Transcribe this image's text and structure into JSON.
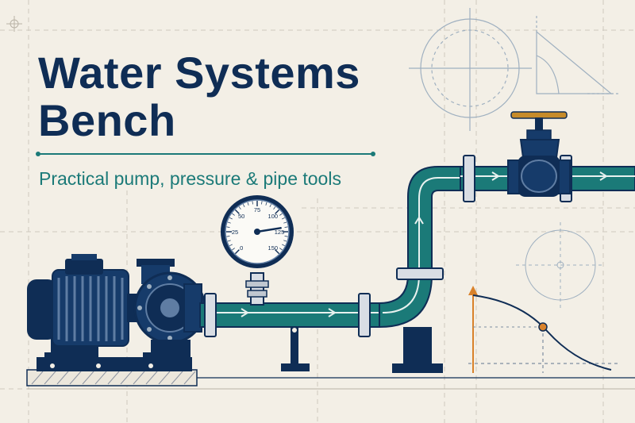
{
  "title": {
    "line1": "Water Systems",
    "line2": "Bench"
  },
  "subtitle": "Practical pump, pressure & pipe tools",
  "gauge": {
    "ticks": [
      "0",
      "25",
      "50",
      "75",
      "100",
      "125",
      "150"
    ],
    "needle_value": 120
  },
  "curve_marker": {
    "x_fraction": 0.5
  },
  "colors": {
    "background": "#f3efe6",
    "navy": "#0f2d55",
    "teal": "#1b7a78",
    "orange": "#d9822b",
    "grid": "#c9c4b8"
  },
  "icons": [
    "motor-icon",
    "pump-icon",
    "pressure-gauge-icon",
    "gate-valve-icon",
    "pipe-flange-icon",
    "flow-arrow-icon",
    "pump-curve-icon"
  ]
}
